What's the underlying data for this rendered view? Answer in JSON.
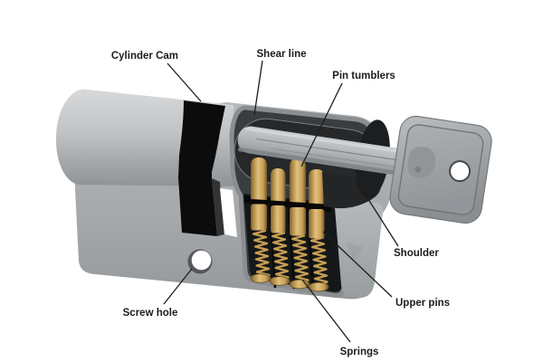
{
  "diagram": {
    "labels": [
      {
        "id": "cylinder-cam",
        "text": "Cylinder Cam"
      },
      {
        "id": "shear-line",
        "text": "Shear line"
      },
      {
        "id": "pin-tumblers",
        "text": "Pin tumblers"
      },
      {
        "id": "shoulder",
        "text": "Shoulder"
      },
      {
        "id": "upper-pins",
        "text": "Upper pins"
      },
      {
        "id": "springs",
        "text": "Springs"
      },
      {
        "id": "screw-hole",
        "text": "Screw hole"
      }
    ],
    "component_counts": {
      "pin_tumblers": 4,
      "upper_pins": 4,
      "springs": 4
    },
    "colors": {
      "background": "#ffffff",
      "metal_light": "#c4c7c9",
      "metal_body": "#a8abae",
      "cutaway_dark": "#3a3d40",
      "chamber_black": "#151718",
      "cam_black": "#0c0c0d",
      "brass": "#c7a055",
      "label_text": "#1c1c1c"
    }
  }
}
